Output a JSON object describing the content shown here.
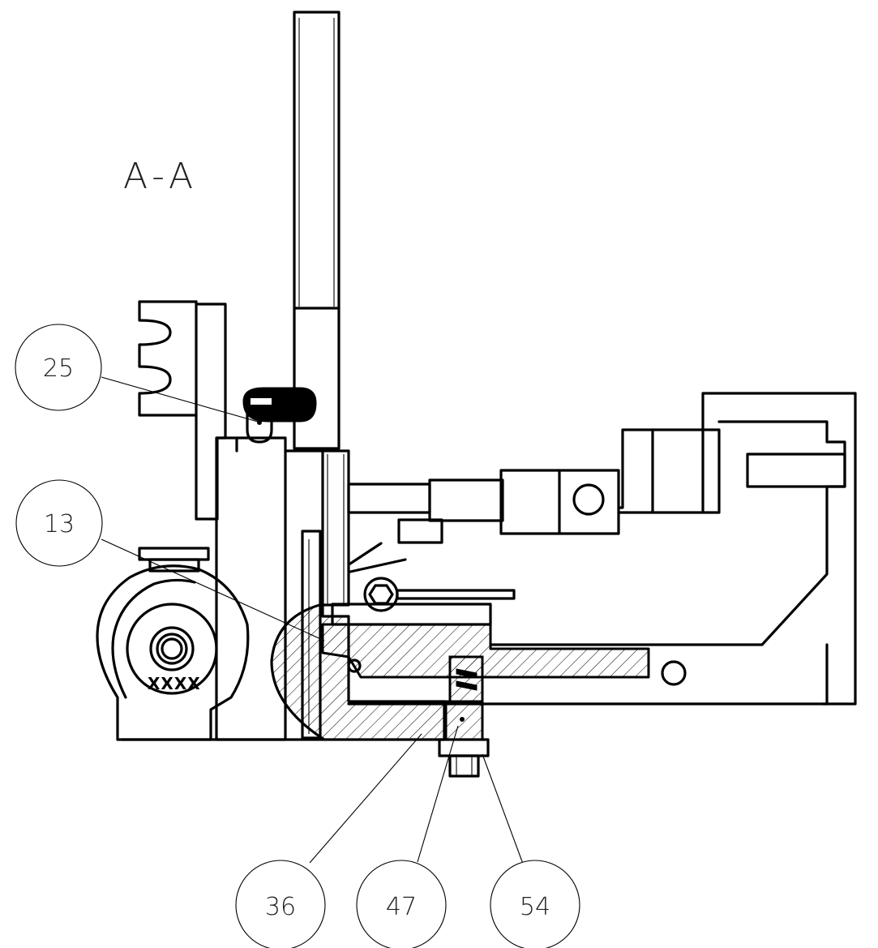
{
  "section_label": "A-A",
  "marking_text": "XXXX",
  "balloons": [
    {
      "id": "balloon-25",
      "text": "25"
    },
    {
      "id": "balloon-13",
      "text": "13"
    },
    {
      "id": "balloon-36",
      "text": "36"
    },
    {
      "id": "balloon-47",
      "text": "47"
    },
    {
      "id": "balloon-54",
      "text": "54"
    }
  ],
  "colors": {
    "line": "#000000",
    "background": "#ffffff"
  }
}
